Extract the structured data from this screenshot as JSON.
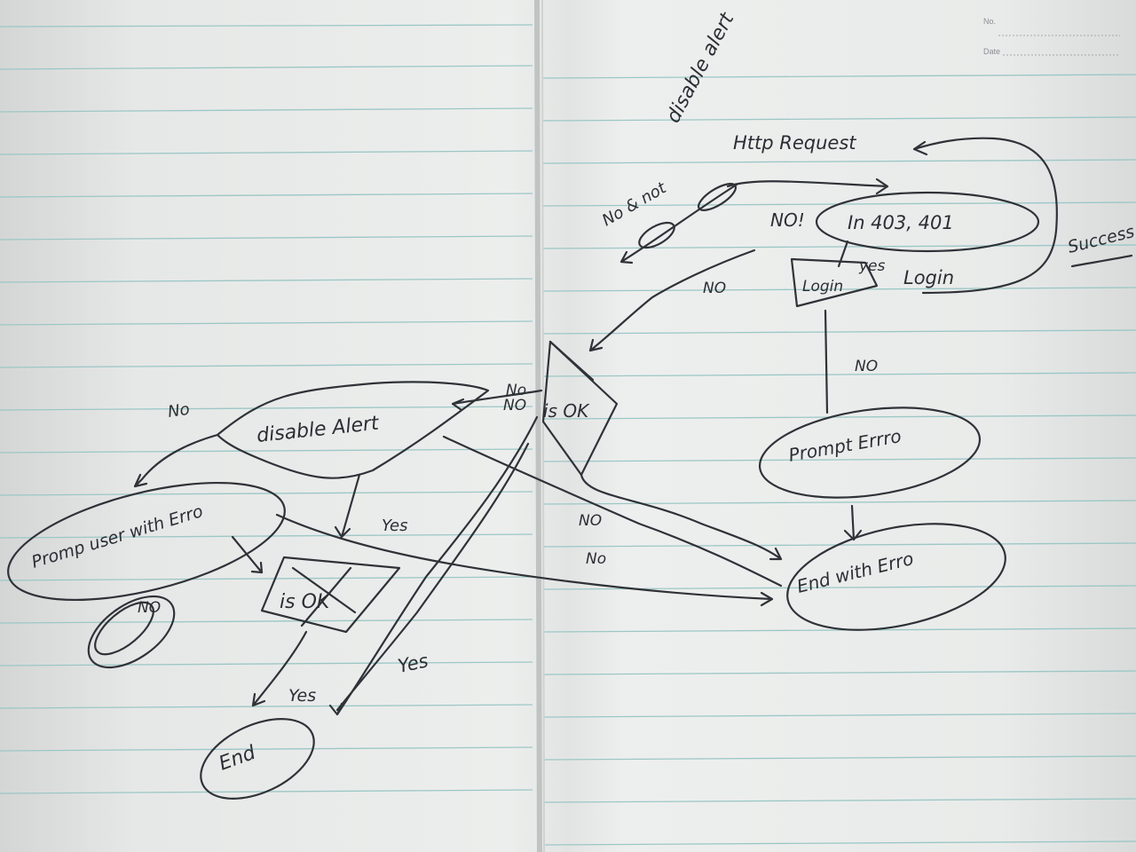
{
  "header": {
    "no_label": "No.",
    "date_label": "Date"
  },
  "nodes": {
    "http_request": "Http Request",
    "is_403_401": "In 403, 401",
    "login_box": "Login",
    "login_label": "Login",
    "success": "Success",
    "prompt_error_right": "Prompt Errro",
    "end_with_error": "End with Erro",
    "is_ok_top": "is OK",
    "disable_alert": "disable Alert",
    "prompt_user_error": "Promp user with Erro",
    "is_ok_bottom": "is OK",
    "end": "End",
    "not_disable_alert": "disable alert"
  },
  "edges": {
    "no_not": "No & not",
    "no_1": "NO!",
    "yes_1": "yes",
    "no_2": "NO",
    "no_3": "NO",
    "no_4": "No",
    "no_5": "NO",
    "yes_2": "Yes",
    "no_6": "NO",
    "no_7": "No",
    "yes_3": "Yes",
    "yes_4": "Yes",
    "no_8": "NO",
    "no_9": "No"
  }
}
